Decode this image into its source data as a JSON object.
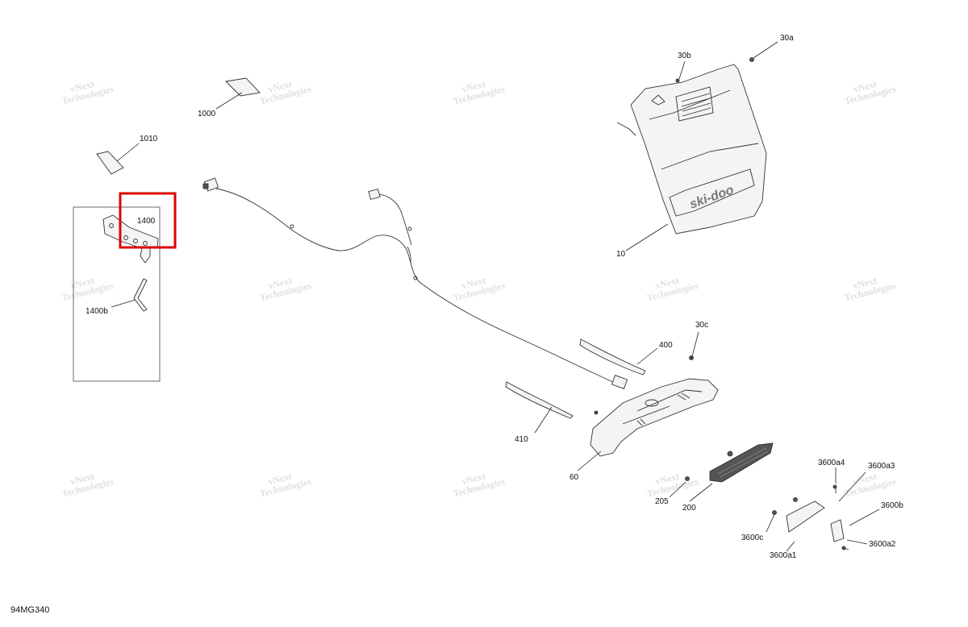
{
  "diagram": {
    "reference_code": "94MG340",
    "watermark": {
      "line1": "vNext",
      "line2": "Technologies"
    },
    "brand_logo_text": "ski-doo",
    "highlight_color": "#e00000",
    "callouts": {
      "p30a": "30a",
      "p30b": "30b",
      "p1000": "1000",
      "p1010": "1010",
      "p1400": "1400",
      "p1400b": "1400b",
      "p10": "10",
      "p30c": "30c",
      "p400": "400",
      "p410": "410",
      "p60": "60",
      "p205": "205",
      "p200": "200",
      "p3600a4": "3600a4",
      "p3600a3": "3600a3",
      "p3600b": "3600b",
      "p3600c": "3600c",
      "p3600a1": "3600a1",
      "p3600a2": "3600a2"
    }
  }
}
